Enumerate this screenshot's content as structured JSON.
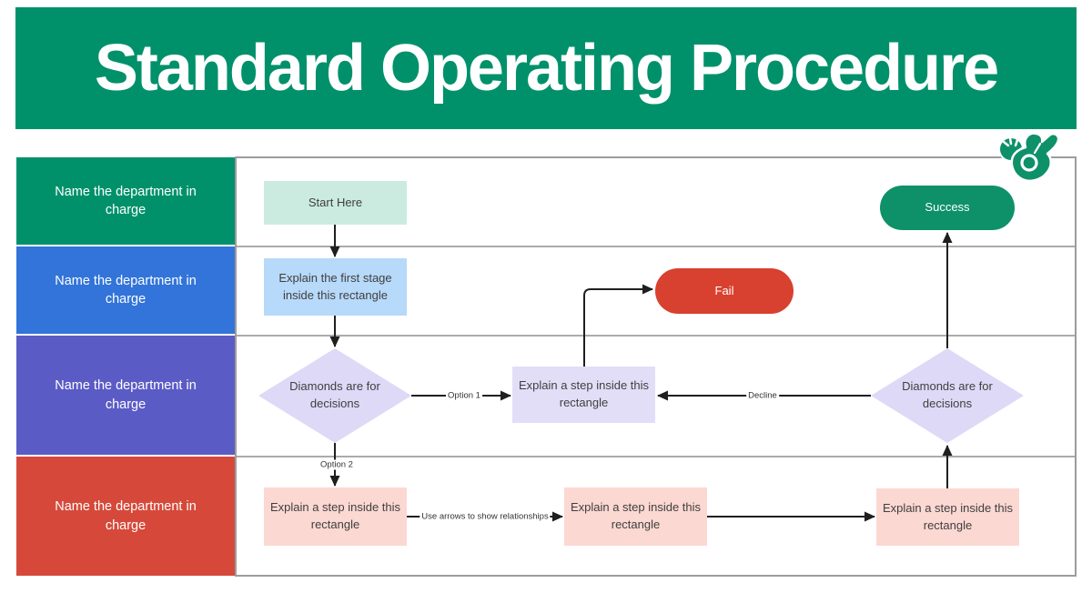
{
  "header": {
    "title": "Standard Operating Procedure",
    "bg": "#00916B"
  },
  "lanes": [
    {
      "label": "Name the department in charge",
      "color": "#00916B"
    },
    {
      "label": "Name the department in charge",
      "color": "#3274D9"
    },
    {
      "label": "Name the department in charge",
      "color": "#5B5BC6"
    },
    {
      "label": "Name the department in charge",
      "color": "#D6493A"
    }
  ],
  "nodes": {
    "start": {
      "label": "Start Here",
      "fill": "#CBEBE0"
    },
    "first_stage": {
      "label": "Explain the first stage inside this rectangle",
      "fill": "#B7D9FA"
    },
    "decision_left": {
      "label": "Diamonds are for decisions",
      "fill": "#DED9F7"
    },
    "mid_step": {
      "label": "Explain a step inside this rectangle",
      "fill": "#E2DEF8"
    },
    "fail": {
      "label": "Fail",
      "fill": "#D8402F"
    },
    "success": {
      "label": "Success",
      "fill": "#0E9168"
    },
    "decision_right": {
      "label": "Diamonds are for decisions",
      "fill": "#DED9F7"
    },
    "bottom_step_1": {
      "label": "Explain a step inside this rectangle",
      "fill": "#FCD8D2"
    },
    "bottom_step_2": {
      "label": "Explain a step inside this rectangle",
      "fill": "#FCD8D2"
    },
    "bottom_step_3": {
      "label": "Explain a step inside this rectangle",
      "fill": "#FCD8D2"
    }
  },
  "edge_labels": {
    "option_1": "Option 1",
    "option_2": "Option 2",
    "decline": "Decline",
    "relationships": "Use arrows to show relationships"
  },
  "decorations": {
    "hand_icon": "click-snap-hand-icon",
    "accent_green": "#0E9168",
    "line_color": "#1f1f1f"
  }
}
